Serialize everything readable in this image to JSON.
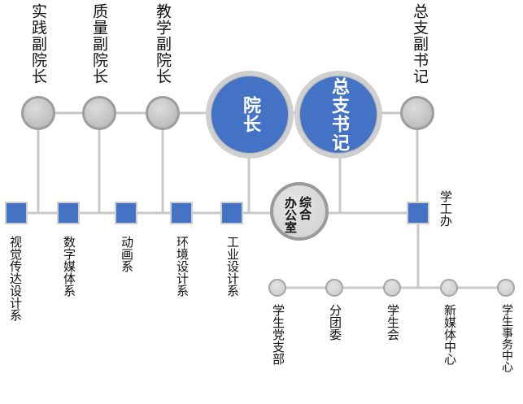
{
  "top_leaders": [
    "实践副院长",
    "质量副院长",
    "教学副院长",
    "总支副书记"
  ],
  "main_nodes": {
    "dean": "院长",
    "secretary": "总支书记"
  },
  "office": {
    "line1": "综合",
    "line2": "办公室"
  },
  "departments": [
    "视觉传达设计系",
    "数字媒体系",
    "动画系",
    "环境设计系",
    "工业设计系"
  ],
  "student_affairs": "学工办",
  "student_orgs": [
    "学生党支部",
    "分团委",
    "学生会",
    "新媒体中心",
    "学生事务中心"
  ],
  "colors": {
    "accent": "#4472c4",
    "line": "#c8c8c8",
    "node": "#c6c6c6"
  }
}
